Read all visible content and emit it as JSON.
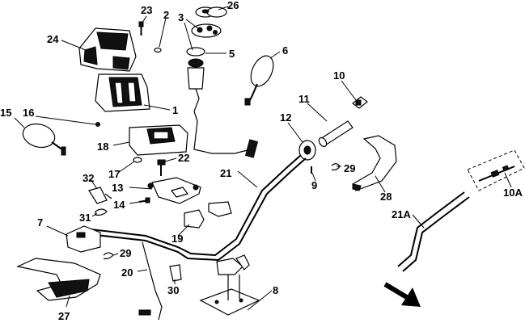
{
  "diagram": {
    "background": "#ffffff",
    "ink": "#000000",
    "callouts": [
      {
        "id": "23",
        "text": "23"
      },
      {
        "id": "2",
        "text": "2"
      },
      {
        "id": "3",
        "text": "3"
      },
      {
        "id": "26",
        "text": "26"
      },
      {
        "id": "24",
        "text": "24"
      },
      {
        "id": "5",
        "text": "5"
      },
      {
        "id": "6",
        "text": "6"
      },
      {
        "id": "10",
        "text": "10"
      },
      {
        "id": "1",
        "text": "1"
      },
      {
        "id": "15",
        "text": "15"
      },
      {
        "id": "16",
        "text": "16"
      },
      {
        "id": "11",
        "text": "11"
      },
      {
        "id": "12",
        "text": "12"
      },
      {
        "id": "18",
        "text": "18"
      },
      {
        "id": "22",
        "text": "22"
      },
      {
        "id": "17",
        "text": "17"
      },
      {
        "id": "21",
        "text": "21"
      },
      {
        "id": "29a",
        "text": "29"
      },
      {
        "id": "9",
        "text": "9"
      },
      {
        "id": "28",
        "text": "28"
      },
      {
        "id": "10A",
        "text": "10A"
      },
      {
        "id": "32",
        "text": "32"
      },
      {
        "id": "13",
        "text": "13"
      },
      {
        "id": "14",
        "text": "14"
      },
      {
        "id": "31",
        "text": "31"
      },
      {
        "id": "21A",
        "text": "21A"
      },
      {
        "id": "7",
        "text": "7"
      },
      {
        "id": "19",
        "text": "19"
      },
      {
        "id": "29b",
        "text": "29"
      },
      {
        "id": "20",
        "text": "20"
      },
      {
        "id": "30",
        "text": "30"
      },
      {
        "id": "8",
        "text": "8"
      },
      {
        "id": "27",
        "text": "27"
      }
    ]
  }
}
